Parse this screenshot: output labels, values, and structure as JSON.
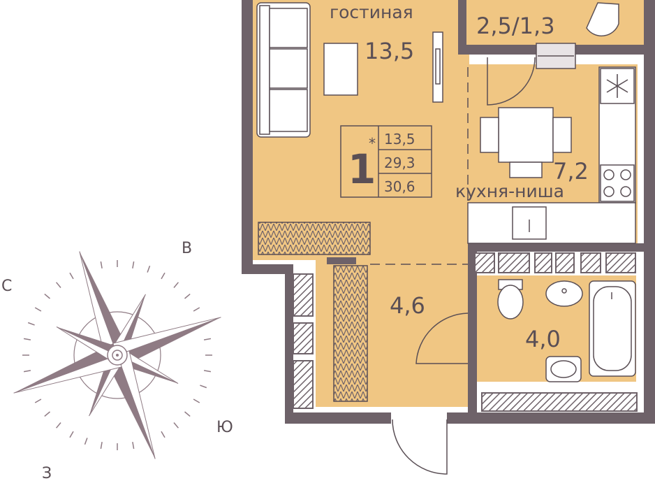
{
  "rooms": {
    "living": {
      "name": "гостиная",
      "area": "13,5"
    },
    "balcony": {
      "area": "2,5/1,3"
    },
    "kitchen": {
      "name": "кухня-ниша",
      "area": "7,2"
    },
    "hall": {
      "area": "4,6"
    },
    "bath": {
      "area": "4,0"
    }
  },
  "badge": {
    "rooms": "1",
    "mark": "*",
    "living_area": "13,5",
    "total_area": "29,3",
    "total_with_balcony": "30,6"
  },
  "compass": {
    "north": "С",
    "east": "В",
    "south": "Ю",
    "west": "З"
  },
  "colors": {
    "floor": "#f0c683",
    "wall": "#6e6269",
    "line": "#5a4f55",
    "fixture": "#ffffff",
    "compass": "#8f7b84"
  }
}
